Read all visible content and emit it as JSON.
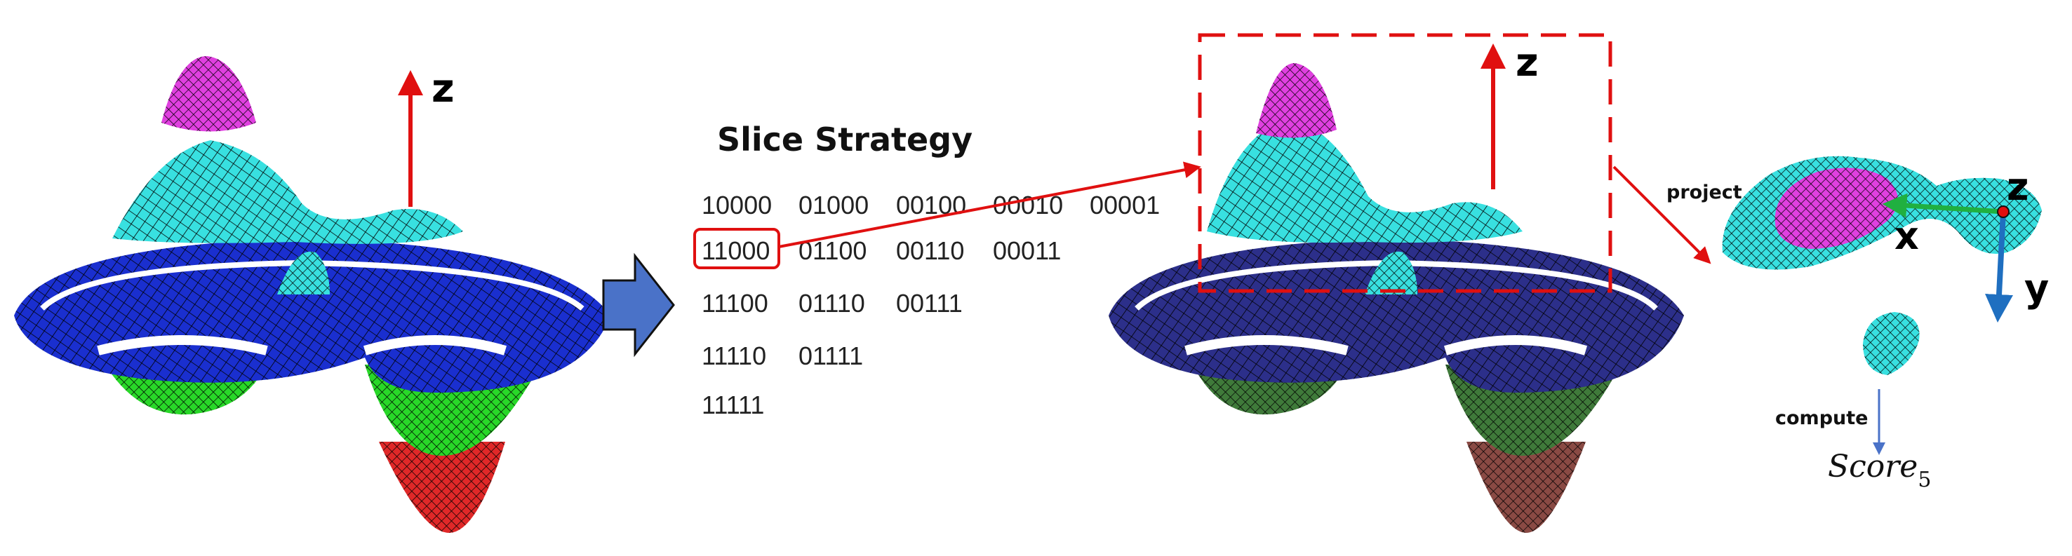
{
  "left_figure": {
    "axis_label": "z"
  },
  "strategy": {
    "title": "Slice Strategy",
    "rows": [
      [
        "10000",
        "01000",
        "00100",
        "00010",
        "00001"
      ],
      [
        "11000",
        "01100",
        "00110",
        "00011"
      ],
      [
        "11100",
        "01110",
        "00111"
      ],
      [
        "11110",
        "01111"
      ],
      [
        "11111"
      ]
    ],
    "highlighted_code": "11000"
  },
  "middle_figure": {
    "axis_label": "z"
  },
  "projection": {
    "project_label": "project",
    "compute_label": "compute",
    "axis_x": "x",
    "axis_y": "y",
    "axis_z": "z",
    "score_text": "Score",
    "score_subscript": "5"
  },
  "colors": {
    "magenta": "#e040e0",
    "cyan": "#38e0e0",
    "blue": "#1a2fcf",
    "green": "#28d828",
    "red": "#e02828",
    "dark_blue": "#2c2f8a",
    "dark_green": "#3f7a3a",
    "brown": "#8a4a44",
    "arrow_red": "#e01010",
    "arrow_blue_fill": "#4a72c8",
    "axis_green": "#20b040",
    "axis_blue": "#1f6fc0"
  }
}
